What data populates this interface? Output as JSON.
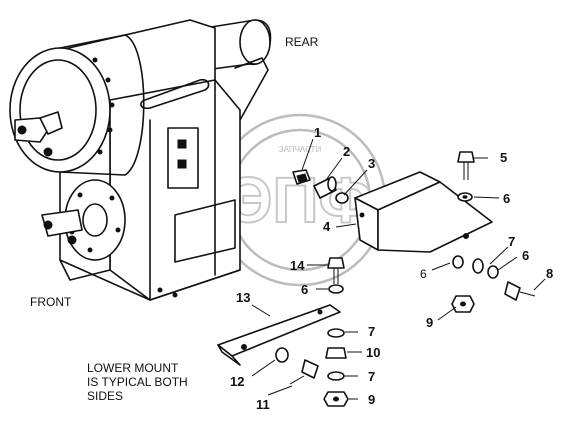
{
  "labels": {
    "rear": "REAR",
    "front": "FRONT",
    "note_line1": "LOWER MOUNT",
    "note_line2": "IS TYPICAL BOTH",
    "note_line3": "SIDES"
  },
  "callouts": {
    "n1": "1",
    "n2": "2",
    "n3": "3",
    "n4": "4",
    "n5": "5",
    "n6a": "6",
    "n6b": "6",
    "n6c": "6",
    "n6d": "6",
    "n7a": "7",
    "n7b": "7",
    "n7c": "7",
    "n8": "8",
    "n9a": "9",
    "n9b": "9",
    "n10": "10",
    "n11": "11",
    "n12": "12",
    "n13": "13",
    "n14": "14"
  },
  "watermark": {
    "text": "ЭПФ",
    "subtext": "ЗАПЧАСТИ"
  },
  "colors": {
    "ink": "#111111",
    "watermark": "#bcbcbc",
    "background": "#ffffff"
  }
}
